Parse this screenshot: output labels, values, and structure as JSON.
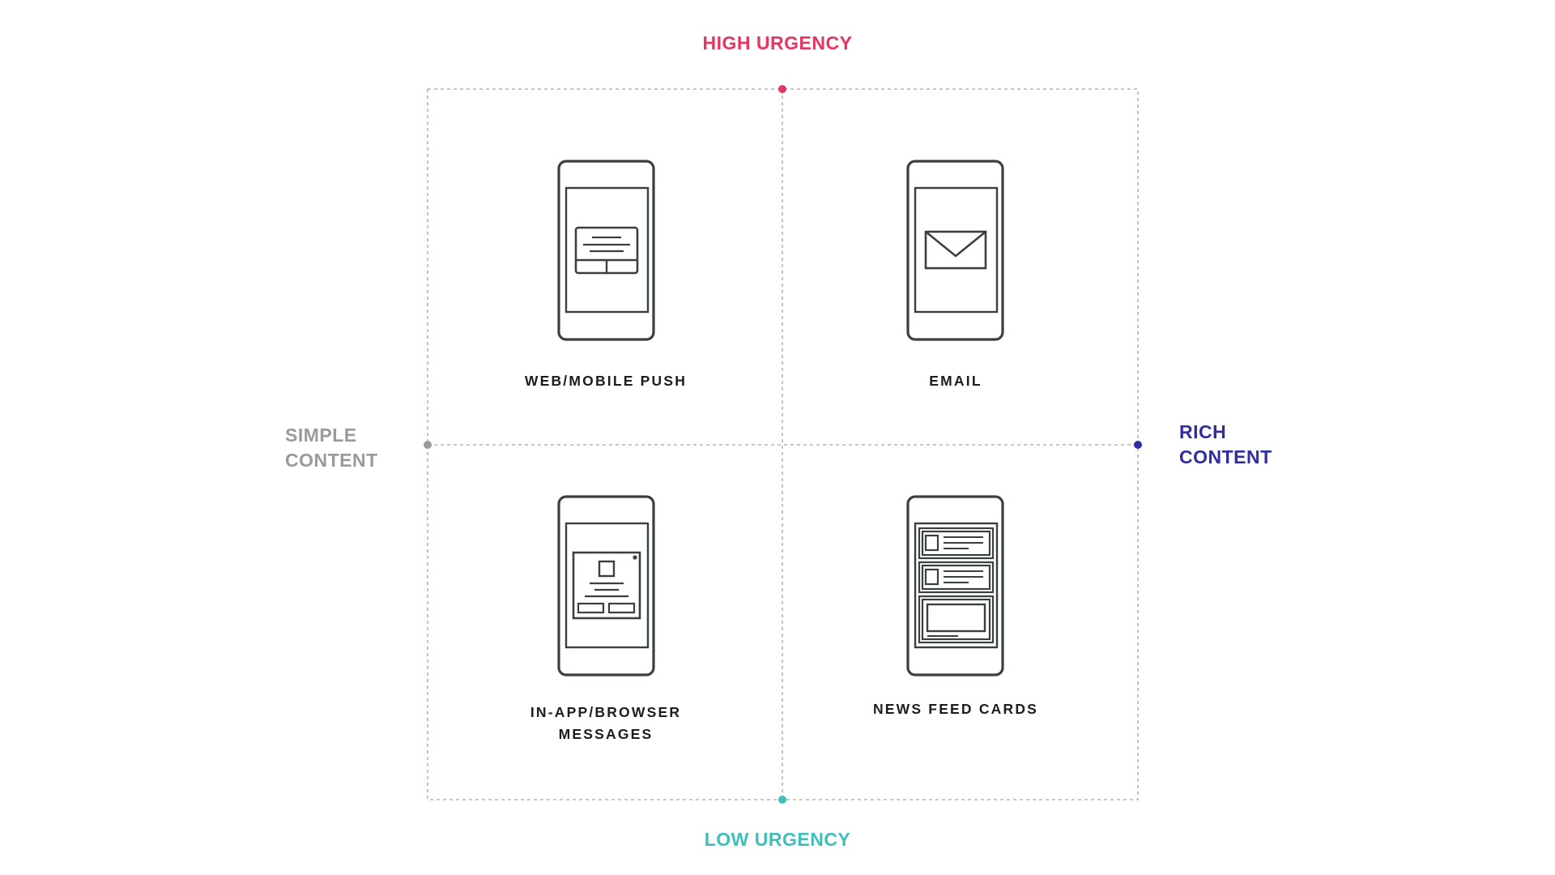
{
  "colors": {
    "high_urgency": "#e63560",
    "low_urgency": "#40bfb8",
    "simple_content": "#9a9a9a",
    "rich_content": "#2f2e9e",
    "grid_line": "#b3b3b3",
    "phone_stroke": "#3a3f41"
  },
  "axes": {
    "top": "HIGH URGENCY",
    "bottom": "LOW URGENCY",
    "left_line1": "SIMPLE",
    "left_line2": "CONTENT",
    "right_line1": "RICH",
    "right_line2": "CONTENT"
  },
  "quadrants": {
    "top_left": {
      "label": "WEB/MOBILE PUSH",
      "icon": "push-notification-phone-icon"
    },
    "top_right": {
      "label": "EMAIL",
      "icon": "email-phone-icon"
    },
    "bottom_left": {
      "label_line1": "IN-APP/BROWSER",
      "label_line2": "MESSAGES",
      "icon": "in-app-message-phone-icon"
    },
    "bottom_right": {
      "label": "NEWS FEED CARDS",
      "icon": "news-feed-phone-icon"
    }
  }
}
